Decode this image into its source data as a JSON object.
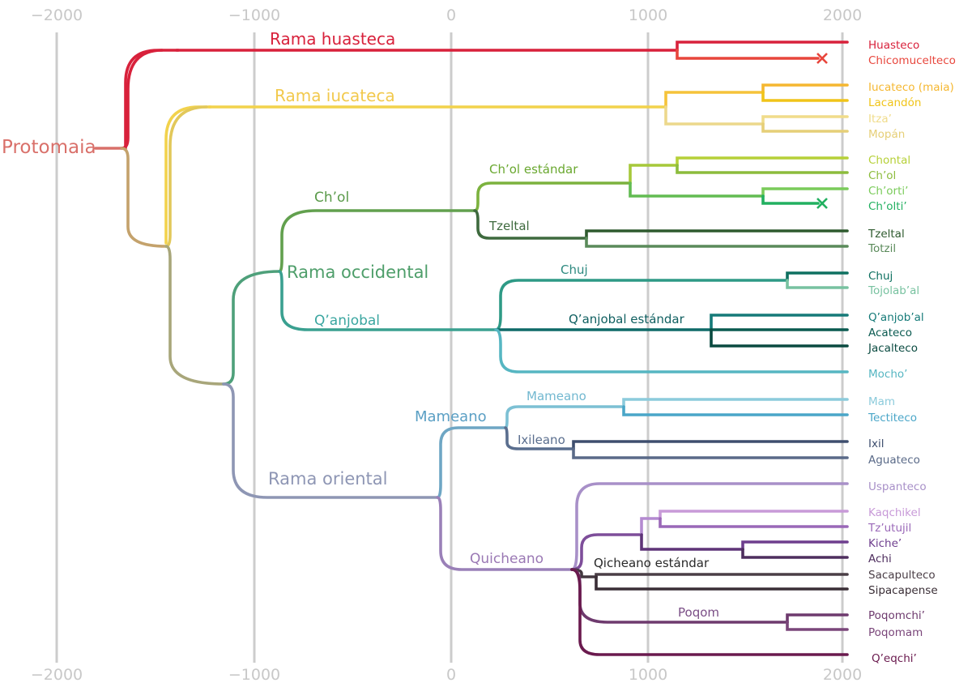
{
  "axis_ticks": [
    {
      "label": "−2000",
      "value": -2000
    },
    {
      "label": "−1000",
      "value": -1000
    },
    {
      "label": "0",
      "value": 0
    },
    {
      "label": "1000",
      "value": 1000
    },
    {
      "label": "2000",
      "value": 2000
    }
  ],
  "root_label": {
    "text": "Protomaia",
    "color": "#d9706a"
  },
  "branch_labels": [
    {
      "id": "huasteca",
      "text": "Rama huasteca",
      "color": "#d8213b",
      "size": "large"
    },
    {
      "id": "iucateca",
      "text": "Rama iucateca",
      "color": "#f2c94c",
      "size": "large"
    },
    {
      "id": "chol",
      "text": "Ch’ol",
      "color": "#5a9a4a",
      "size": "medium"
    },
    {
      "id": "chol-estandar",
      "text": "Ch’ol estándar",
      "color": "#6aa830",
      "size": "small"
    },
    {
      "id": "tzeltal",
      "text": "Tzeltal",
      "color": "#3e6a3e",
      "size": "small"
    },
    {
      "id": "occidental",
      "text": "Rama occidental",
      "color": "#4e9e6a",
      "size": "large"
    },
    {
      "id": "chuj",
      "text": "Chuj",
      "color": "#2e8a80",
      "size": "small"
    },
    {
      "id": "qanjobal",
      "text": "Q’anjobal",
      "color": "#3aa6a0",
      "size": "medium"
    },
    {
      "id": "qanjobal-estandar",
      "text": "Q’anjobal estándar",
      "color": "#0f5f60",
      "size": "small"
    },
    {
      "id": "mameano-sub",
      "text": "Mameano",
      "color": "#72b8d0",
      "size": "small"
    },
    {
      "id": "mameano",
      "text": "Mameano",
      "color": "#5a9fc4",
      "size": "medium"
    },
    {
      "id": "ixileano",
      "text": "Ixileano",
      "color": "#5a6e8e",
      "size": "small"
    },
    {
      "id": "oriental",
      "text": "Rama oriental",
      "color": "#8e96b4",
      "size": "large"
    },
    {
      "id": "quicheano",
      "text": "Quicheano",
      "color": "#9a78b4",
      "size": "medium"
    },
    {
      "id": "qicheano-estandar",
      "text": "Qicheano estándar",
      "color": "#2a2a2a",
      "size": "small"
    },
    {
      "id": "poqom",
      "text": "Poqom",
      "color": "#7a4e86",
      "size": "small"
    }
  ],
  "languages": [
    {
      "name": "Huasteco",
      "color": "#d8213b",
      "extinct": false
    },
    {
      "name": "Chicomucelteco",
      "color": "#e8463c",
      "extinct": true
    },
    {
      "name": "Iucateco (maia)",
      "color": "#f5b730",
      "extinct": false
    },
    {
      "name": "Lacandón",
      "color": "#f0c419",
      "extinct": false
    },
    {
      "name": "Itza’",
      "color": "#f0dc8a",
      "extinct": false
    },
    {
      "name": "Mopán",
      "color": "#e6cf78",
      "extinct": false
    },
    {
      "name": "Chontal",
      "color": "#b6d038",
      "extinct": false
    },
    {
      "name": "Ch’ol",
      "color": "#8cbc3c",
      "extinct": false
    },
    {
      "name": "Ch’orti’",
      "color": "#7acb5a",
      "extinct": false
    },
    {
      "name": "Ch’olti’",
      "color": "#22b060",
      "extinct": true
    },
    {
      "name": "Tzeltal",
      "color": "#2e5a2e",
      "extinct": false
    },
    {
      "name": "Totzil",
      "color": "#5a8a5a",
      "extinct": false
    },
    {
      "name": "Chuj",
      "color": "#0e7060",
      "extinct": false
    },
    {
      "name": "Tojolab’al",
      "color": "#78c2a0",
      "extinct": false
    },
    {
      "name": "Q’anjob’al",
      "color": "#157a78",
      "extinct": false
    },
    {
      "name": "Acateco",
      "color": "#0a5a50",
      "extinct": false
    },
    {
      "name": "Jacalteco",
      "color": "#0a4a40",
      "extinct": false
    },
    {
      "name": "Mocho’",
      "color": "#56b6c2",
      "extinct": false
    },
    {
      "name": "Mam",
      "color": "#8ccbdc",
      "extinct": false
    },
    {
      "name": "Tectiteco",
      "color": "#4aa6c8",
      "extinct": false
    },
    {
      "name": "Ixil",
      "color": "#3e4e6e",
      "extinct": false
    },
    {
      "name": "Aguateco",
      "color": "#5a6a88",
      "extinct": false
    },
    {
      "name": "Uspanteco",
      "color": "#a890c8",
      "extinct": false
    },
    {
      "name": "Kaqchikel",
      "color": "#c89ad8",
      "extinct": false
    },
    {
      "name": "Tz’utujil",
      "color": "#9a68b8",
      "extinct": false
    },
    {
      "name": "Kiche’",
      "color": "#6e3e8e",
      "extinct": false
    },
    {
      "name": "Achi",
      "color": "#4e2e5e",
      "extinct": false
    },
    {
      "name": "Sacapulteco",
      "color": "#4a3e46",
      "extinct": false
    },
    {
      "name": "Sipacapense",
      "color": "#3a2e36",
      "extinct": false
    },
    {
      "name": "Poqomchi’",
      "color": "#6e3a6e",
      "extinct": false
    },
    {
      "name": "Poqomam",
      "color": "#7a467a",
      "extinct": false
    },
    {
      "name": "Q’eqchi’",
      "color": "#6a1a4e",
      "extinct": false
    }
  ],
  "colors": {
    "grid": "#cccccc",
    "protomaia": "#d9706a",
    "huasteca": "#d8213b",
    "iucateca": "#f2d24c",
    "occidental": "#4ea07a",
    "oriental": "#8e96b4"
  }
}
